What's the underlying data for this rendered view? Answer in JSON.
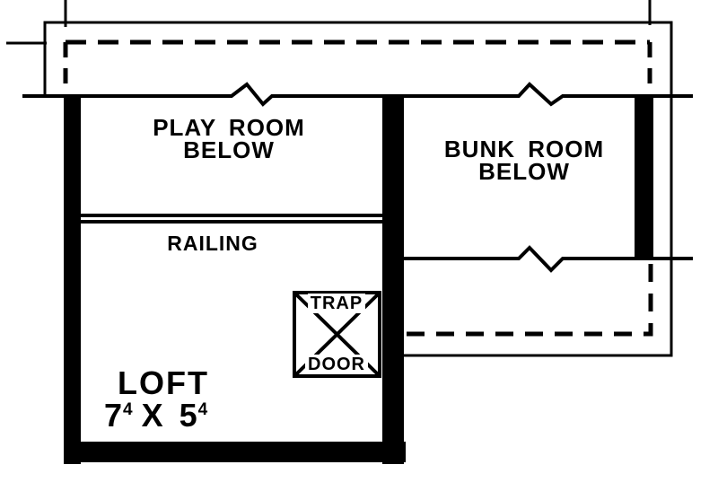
{
  "plan": {
    "title_hint": "loft floor plan",
    "play_room": {
      "line1": "PLAY ROOM",
      "line2": "BELOW"
    },
    "bunk_room": {
      "line1": "BUNK ROOM",
      "line2": "BELOW"
    },
    "railing": {
      "label": "RAILING"
    },
    "trap_door": {
      "line1": "TRAP",
      "line2": "DOOR"
    },
    "loft": {
      "name": "LOFT",
      "dim_feet_width": "7",
      "dim_inches_width": "4",
      "dim_separator": "X",
      "dim_feet_height": "5",
      "dim_inches_height": "4"
    }
  },
  "colors": {
    "ink": "#000000",
    "paper": "#ffffff"
  }
}
